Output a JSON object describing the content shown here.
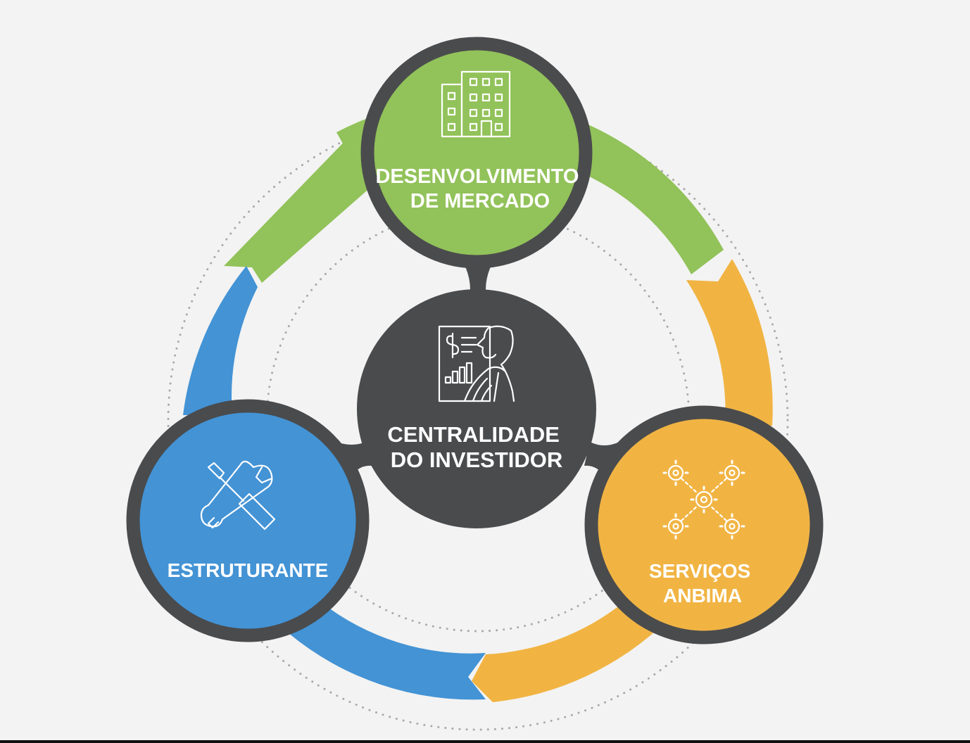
{
  "colors": {
    "background": "#f3f3f3",
    "green": "#92c25a",
    "orange": "#f1b443",
    "blue": "#4393d5",
    "dark": "#4a4b4d",
    "dots": "#a9a9a9",
    "text": "#ffffff"
  },
  "diagram": {
    "center": {
      "line1": "CENTRALIDADE",
      "line2": "DO INVESTIDOR",
      "icon": "investor-chart-icon"
    },
    "nodes": [
      {
        "id": "top",
        "line1": "DESENVOLVIMENTO",
        "line2": "DE MERCADO",
        "icon": "building-icon",
        "color": "green"
      },
      {
        "id": "right",
        "line1": "SERVIÇOS",
        "line2": "ANBIMA",
        "icon": "network-gears-icon",
        "color": "orange"
      },
      {
        "id": "left",
        "line1": "ESTRUTURANTE",
        "icon": "wrench-screwdriver-icon",
        "color": "blue"
      }
    ]
  }
}
